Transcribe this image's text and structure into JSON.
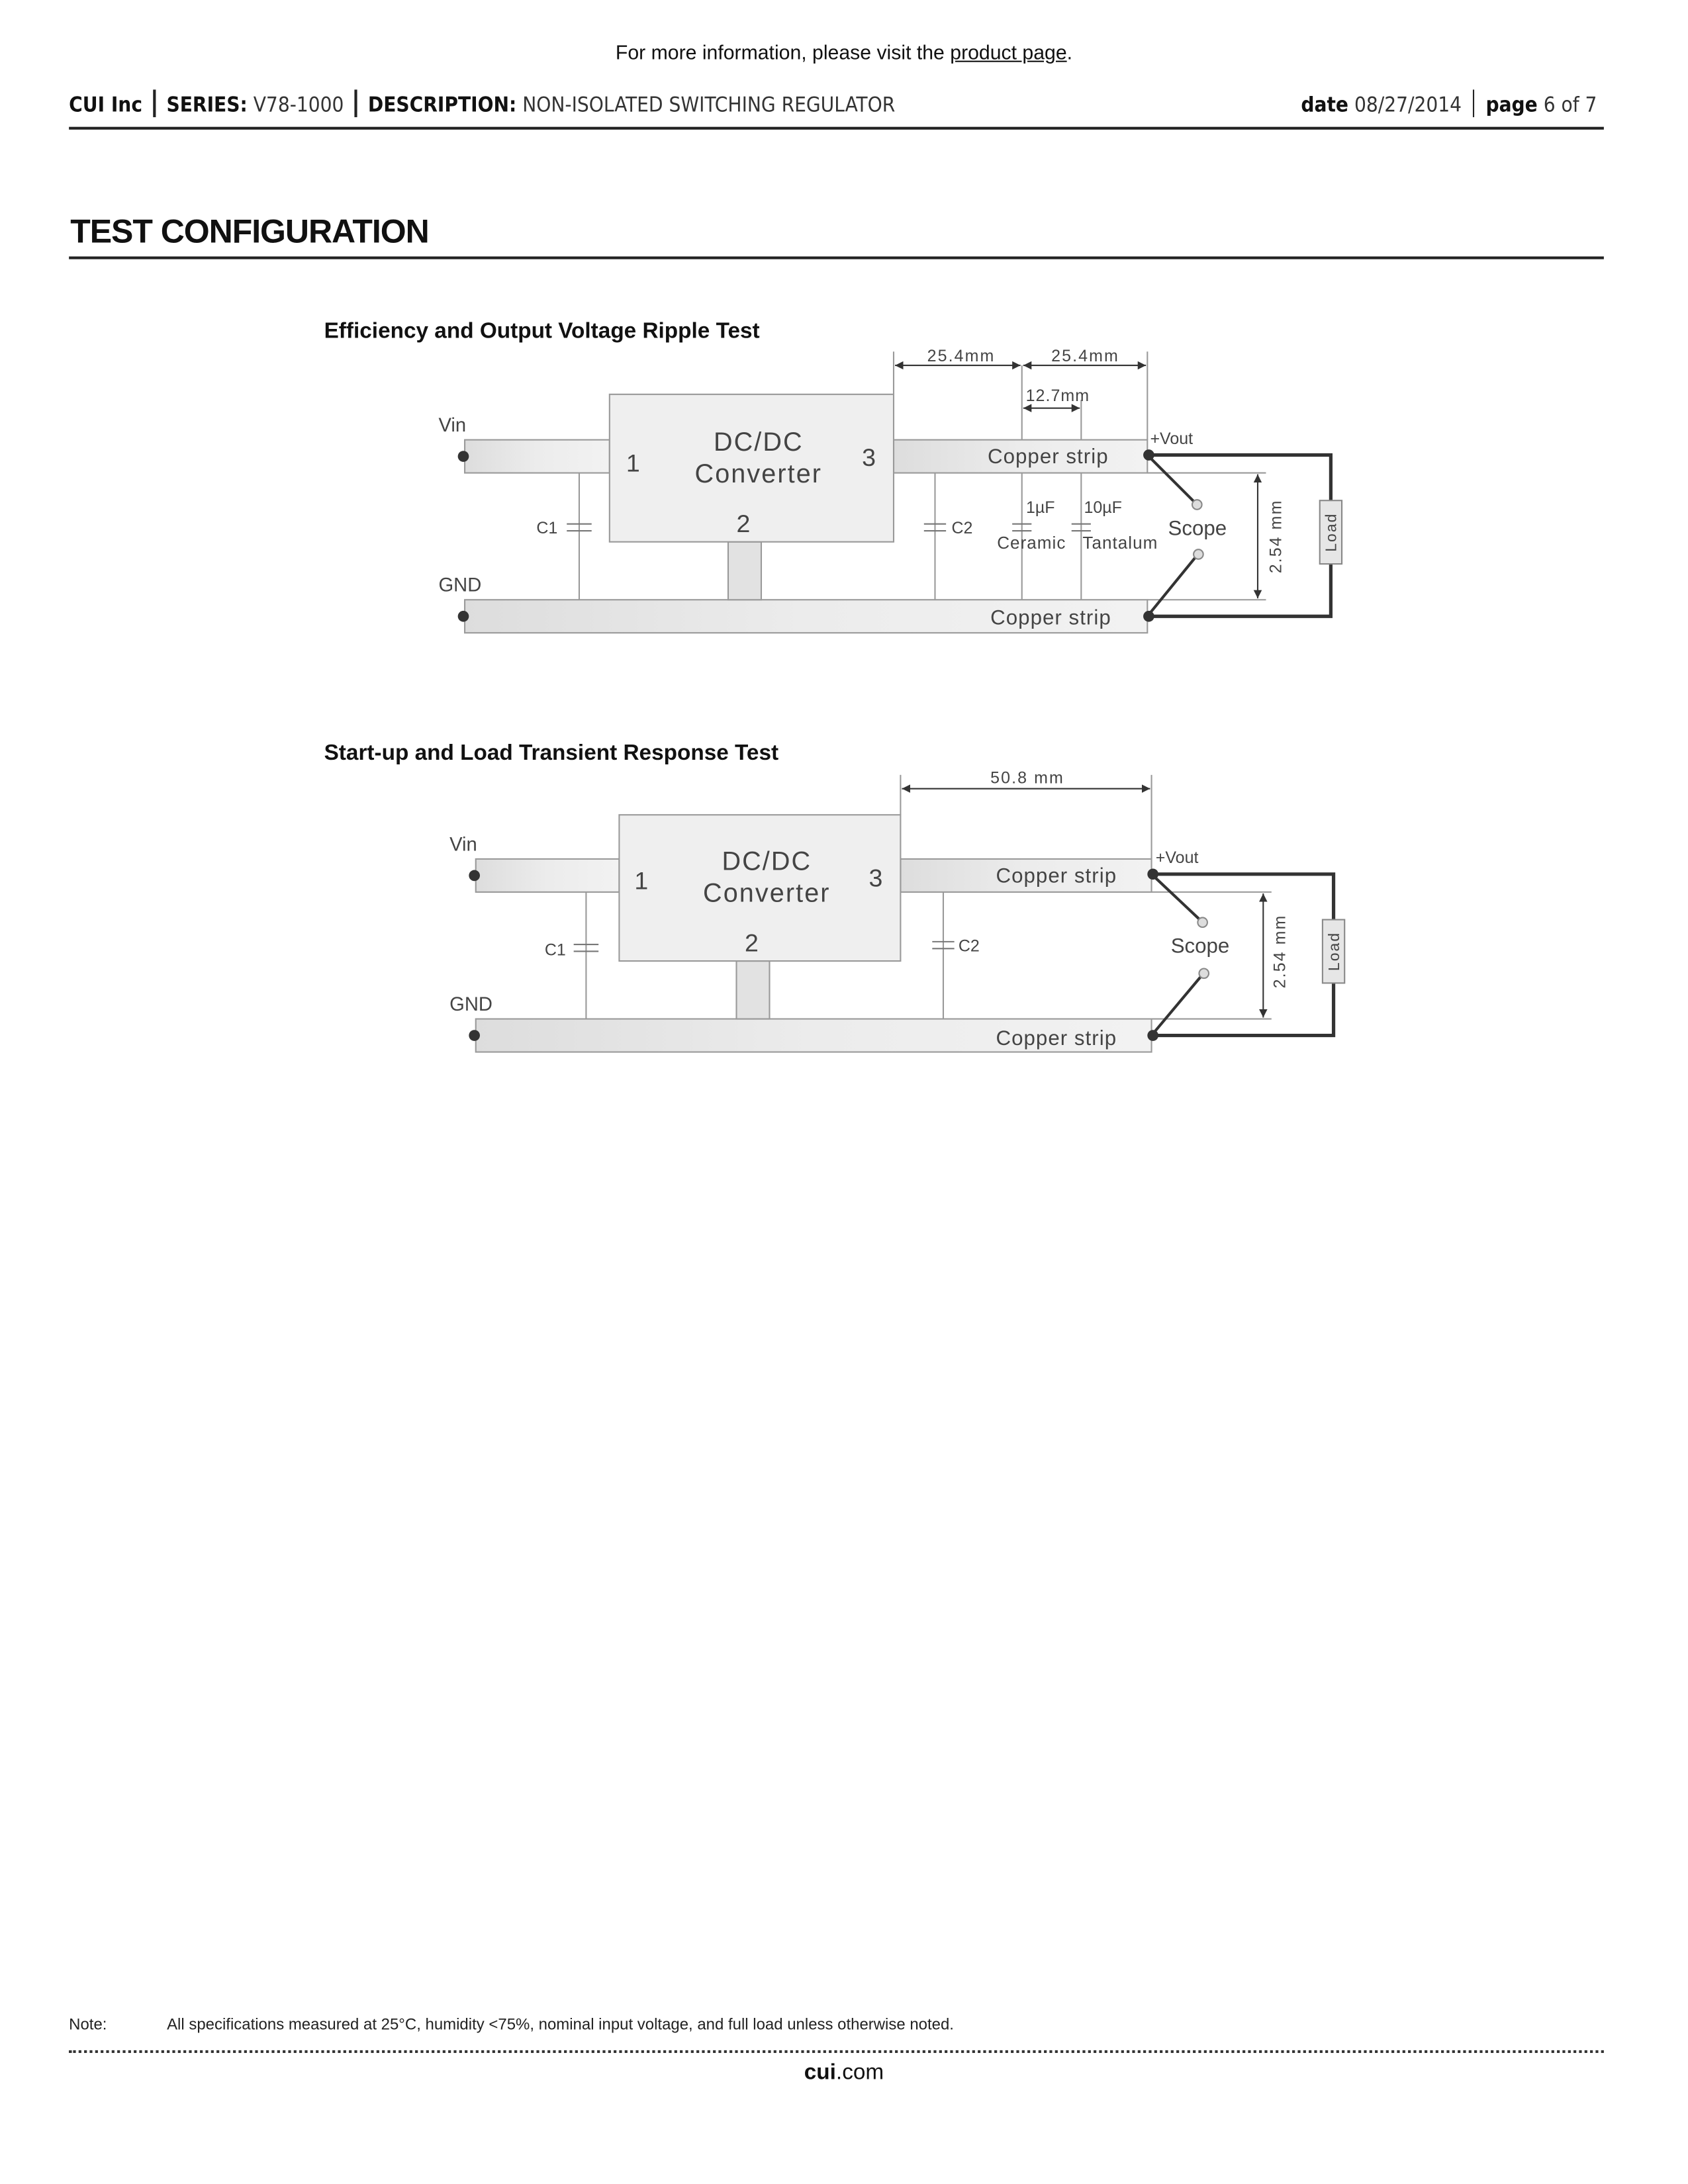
{
  "info": {
    "prefix": "For more information, please visit the ",
    "link": "product page",
    "suffix": "."
  },
  "header": {
    "company": "CUI Inc",
    "series_label": "SERIES:",
    "series": "V78-1000",
    "description_label": "DESCRIPTION:",
    "description": "NON-ISOLATED SWITCHING REGULATOR",
    "date_label": "date",
    "date": "08/27/2014",
    "page_label": "page",
    "page": "6 of 7"
  },
  "section_title": "TEST CONFIGURATION",
  "diagram1": {
    "title": "Efficiency and Output Voltage Ripple Test",
    "vin": "Vin",
    "gnd": "GND",
    "box_line1": "DC/DC",
    "box_line2": "Converter",
    "pin1": "1",
    "pin2": "2",
    "pin3": "3",
    "c1": "C1",
    "c2": "C2",
    "copper_top": "Copper strip",
    "copper_bottom": "Copper strip",
    "vout": "+Vout",
    "dim1": "25.4mm",
    "dim2": "25.4mm",
    "dim3": "12.7mm",
    "cap1_value": "1µF",
    "cap2_value": "10µF",
    "cap1_type": "Ceramic",
    "cap2_type": "Tantalum",
    "scope": "Scope",
    "gap": "2.54 mm",
    "load": "Load"
  },
  "diagram2": {
    "title": "Start-up and Load Transient Response Test",
    "vin": "Vin",
    "gnd": "GND",
    "box_line1": "DC/DC",
    "box_line2": "Converter",
    "pin1": "1",
    "pin2": "2",
    "pin3": "3",
    "c1": "C1",
    "c2": "C2",
    "copper_top": "Copper strip",
    "copper_bottom": "Copper strip",
    "vout": "+Vout",
    "dim1": "50.8 mm",
    "scope": "Scope",
    "gap": "2.54 mm",
    "load": "Load"
  },
  "footer": {
    "note_label": "Note:",
    "note": "All specifications measured at 25°C, humidity <75%, nominal input voltage, and full load unless otherwise noted.",
    "site_bold": "cui",
    "site_rest": ".com"
  }
}
